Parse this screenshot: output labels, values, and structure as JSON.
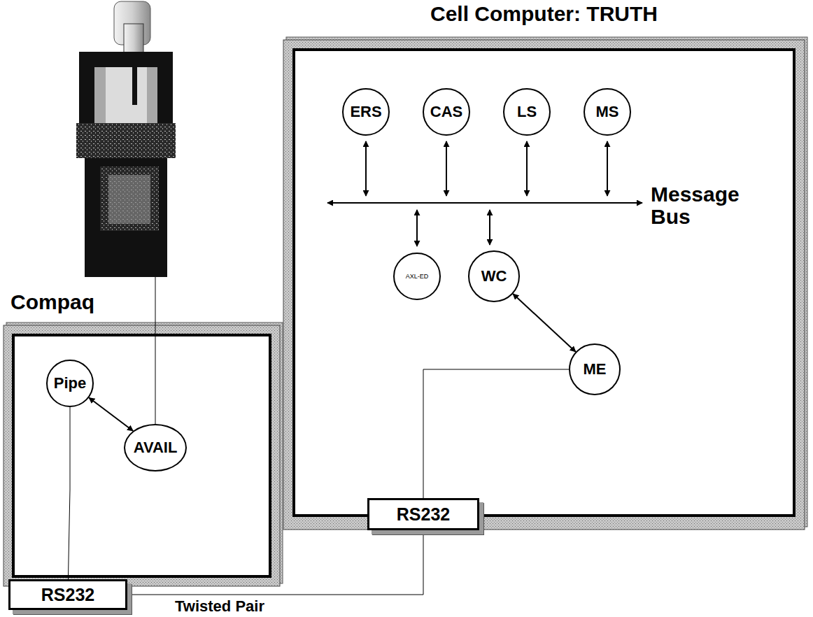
{
  "diagram": {
    "nodes": [
      {
        "text": [
          "Cell Computer: TRUTH"
        ]
      },
      {
        "text": [
          "ERS"
        ],
        "in": 0
      },
      {
        "text": [
          "CAS"
        ],
        "in": 0
      },
      {
        "text": [
          "LS"
        ],
        "in": 0
      },
      {
        "text": [
          "MS"
        ],
        "in": 0
      },
      {
        "text": [
          "AXL-ED"
        ],
        "in": 0
      },
      {
        "text": [
          "WC"
        ],
        "in": 0
      },
      {
        "text": [
          "ME"
        ],
        "in": 0
      },
      {
        "text": [
          "RS232"
        ]
      },
      {
        "text": [
          "Compaq"
        ]
      },
      {
        "text": [
          "Pipe"
        ],
        "in": 9
      },
      {
        "text": [
          "AVAIL"
        ],
        "in": 9
      },
      {
        "text": [
          "RS232"
        ]
      }
    ],
    "edges": [
      {
        "from": 6,
        "to": 7,
        "arrow": "both"
      },
      {
        "from": 7,
        "to": 8,
        "arrow": "none"
      },
      {
        "from": 8,
        "to": 12,
        "label": "Twisted Pair",
        "arrow": "none"
      },
      {
        "from": 10,
        "to": 11,
        "arrow": "both"
      },
      {
        "from": 10,
        "to": 12,
        "arrow": "none"
      }
    ],
    "labels": [
      "Message Bus"
    ]
  }
}
